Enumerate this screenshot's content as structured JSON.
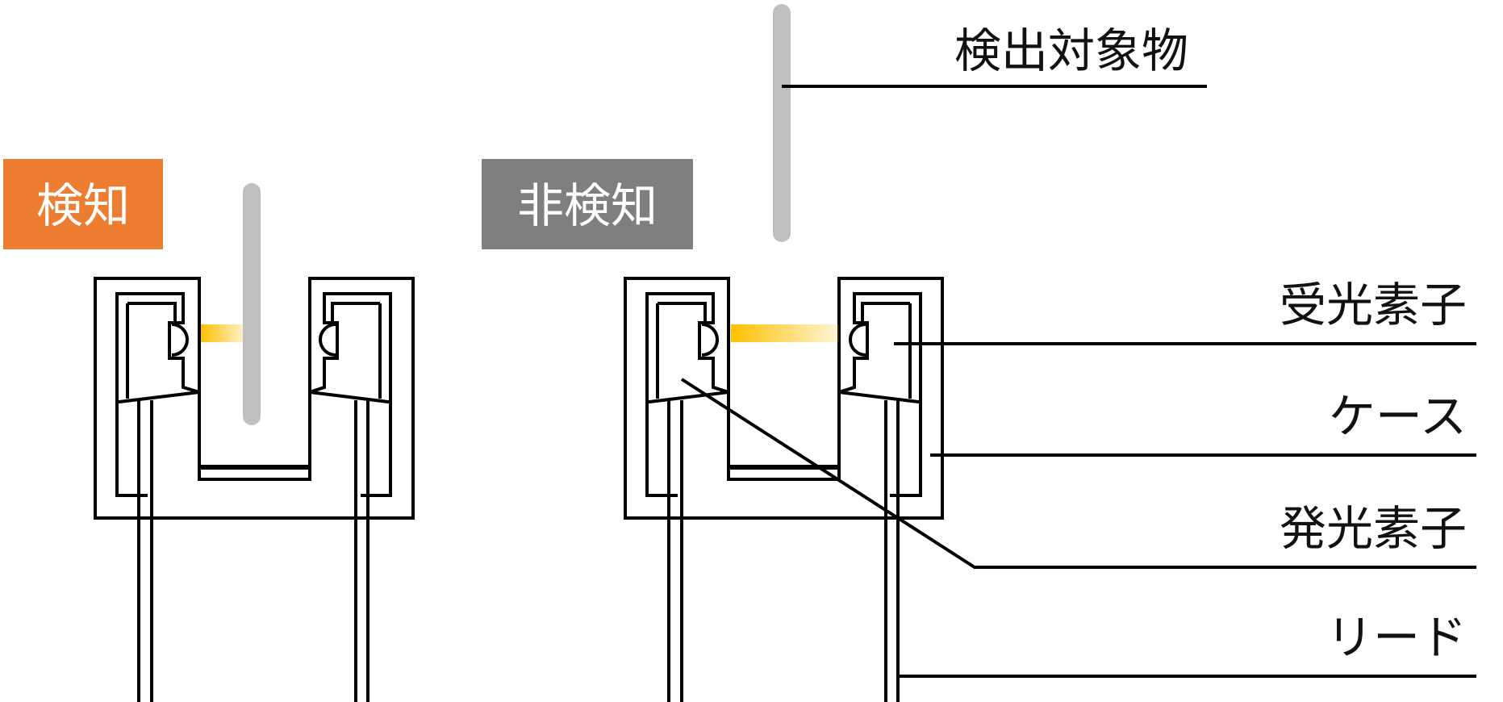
{
  "badges": {
    "detect": {
      "label": "検知",
      "color": "#ED7D31"
    },
    "nondetect": {
      "label": "非検知",
      "color": "#7F7F7F"
    }
  },
  "labels": {
    "object": "検出対象物",
    "receiver": "受光素子",
    "case": "ケース",
    "emitter": "発光素子",
    "lead": "リード"
  },
  "colors": {
    "object": "#BFBFBF",
    "beam": "#FFC000",
    "line": "#000000"
  }
}
